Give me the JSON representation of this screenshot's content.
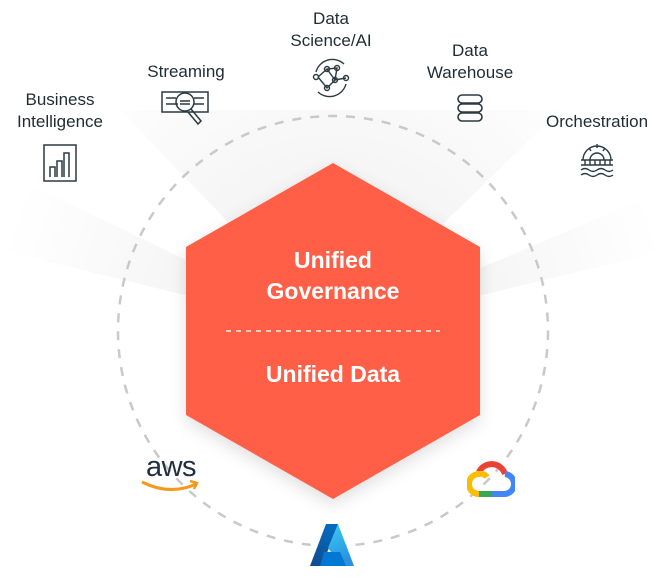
{
  "workloads": [
    {
      "label": "Business Intelligence",
      "lines": [
        "Business",
        "Intelligence"
      ],
      "icon": "bar-chart-icon"
    },
    {
      "label": "Streaming",
      "lines": [
        "Streaming"
      ],
      "icon": "stream-search-icon"
    },
    {
      "label": "Data Science/AI",
      "lines": [
        "Data",
        "Science/AI"
      ],
      "icon": "network-icon"
    },
    {
      "label": "Data Warehouse",
      "lines": [
        "Data",
        "Warehouse"
      ],
      "icon": "database-icon"
    },
    {
      "label": "Orchestration",
      "lines": [
        "Orchestration"
      ],
      "icon": "orchestration-icon"
    }
  ],
  "core": {
    "governance_lines": [
      "Unified",
      "Governance"
    ],
    "data_label": "Unified Data",
    "color": "#FF5F46"
  },
  "clouds": [
    {
      "name": "aws",
      "text": "aws",
      "icon": "aws-logo-icon"
    },
    {
      "name": "azure",
      "icon": "azure-logo-icon"
    },
    {
      "name": "google-cloud",
      "icon": "google-cloud-logo-icon"
    }
  ]
}
